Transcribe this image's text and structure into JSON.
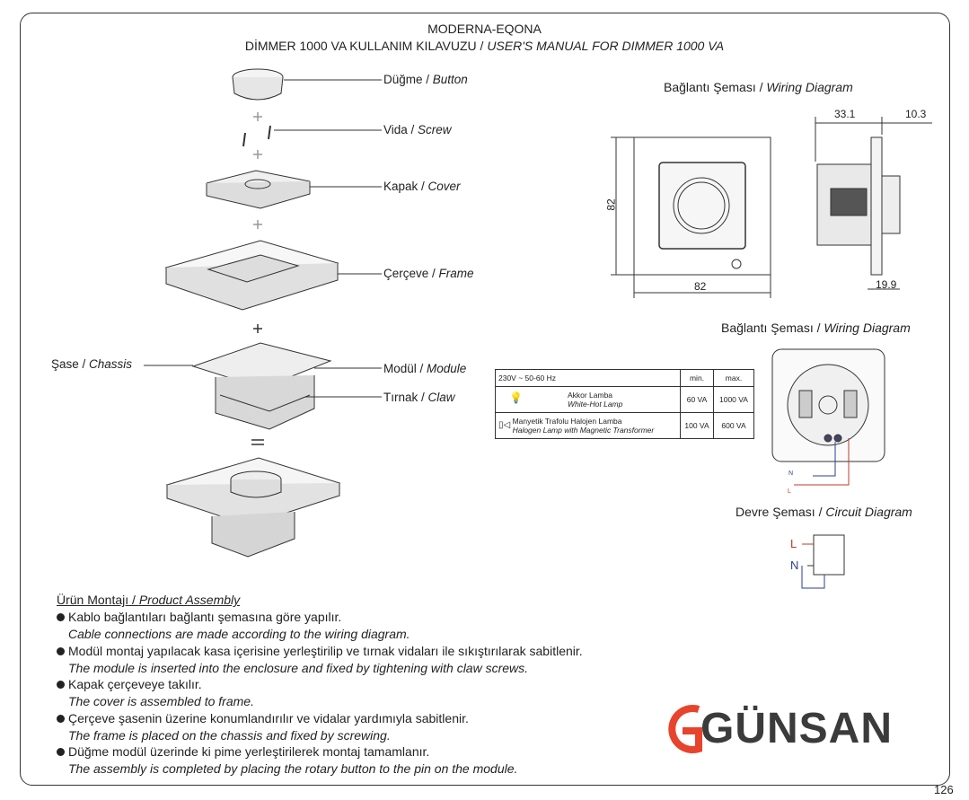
{
  "header": {
    "brand_line": "MODERNA-EQONA",
    "title_tr": "DİMMER 1000 VA KULLANIM KILAVUZU / ",
    "title_en": "USER'S MANUAL FOR DIMMER 1000 VA"
  },
  "parts": {
    "button": {
      "tr": "Düğme / ",
      "en": "Button"
    },
    "screw": {
      "tr": "Vida / ",
      "en": "Screw"
    },
    "cover": {
      "tr": "Kapak / ",
      "en": "Cover"
    },
    "frame": {
      "tr": "Çerçeve / ",
      "en": "Frame"
    },
    "chassis": {
      "tr": "Şase / ",
      "en": "Chassis"
    },
    "module": {
      "tr": "Modül / ",
      "en": "Module"
    },
    "claw": {
      "tr": "Tırnak / ",
      "en": "Claw"
    }
  },
  "wiring_top": {
    "tr": "Bağlantı Şeması / ",
    "en": "Wiring Diagram"
  },
  "dimensions": {
    "height": "82",
    "width": "82",
    "depth1": "33.1",
    "depth2": "10.3",
    "depth3": "19.9"
  },
  "wiring_mid": {
    "tr": "Bağlantı Şeması / ",
    "en": "Wiring Diagram"
  },
  "circuit": {
    "tr": "Devre Şeması / ",
    "en": "Circuit Diagram"
  },
  "circuit_labels": {
    "L": "L",
    "N": "N",
    "wire_N": "N",
    "wire_L": "L"
  },
  "spec_table": {
    "header": "230V ~ 50-60 Hz",
    "col_min": "min.",
    "col_max": "max.",
    "rows": [
      {
        "name_tr": "Akkor Lamba",
        "name_en": "White-Hot Lamp",
        "min": "60 VA",
        "max": "1000 VA"
      },
      {
        "name_tr": "Manyetik Trafolu Halojen Lamba",
        "name_en": "Halogen Lamp with Magnetic Transformer",
        "min": "100 VA",
        "max": "600 VA"
      }
    ]
  },
  "assembly": {
    "title_tr": "Ürün Montajı",
    "sep": " / ",
    "title_en": "Product Assembly",
    "steps": [
      {
        "tr": "Kablo bağlantıları bağlantı şemasına göre yapılır.",
        "en": "Cable connections are made according to the wiring diagram."
      },
      {
        "tr": "Modül montaj yapılacak kasa içerisine yerleştirilip ve tırnak vidaları ile sıkıştırılarak sabitlenir.",
        "en": "The module is inserted into the enclosure and fixed by tightening with claw screws."
      },
      {
        "tr": "Kapak çerçeveye takılır.",
        "en": "The cover is assembled to frame."
      },
      {
        "tr": "Çerçeve şasenin üzerine konumlandırılır ve vidalar yardımıyla sabitlenir.",
        "en": "The frame is placed on the chassis and fixed by screwing."
      },
      {
        "tr": "Düğme modül üzerinde ki pime yerleştirilerek montaj tamamlanır.",
        "en": "The assembly is completed by placing the rotary button to the pin on the module."
      }
    ]
  },
  "logo": {
    "text": "GÜNSAN",
    "accent": "#e8432c"
  },
  "page_number": "126"
}
